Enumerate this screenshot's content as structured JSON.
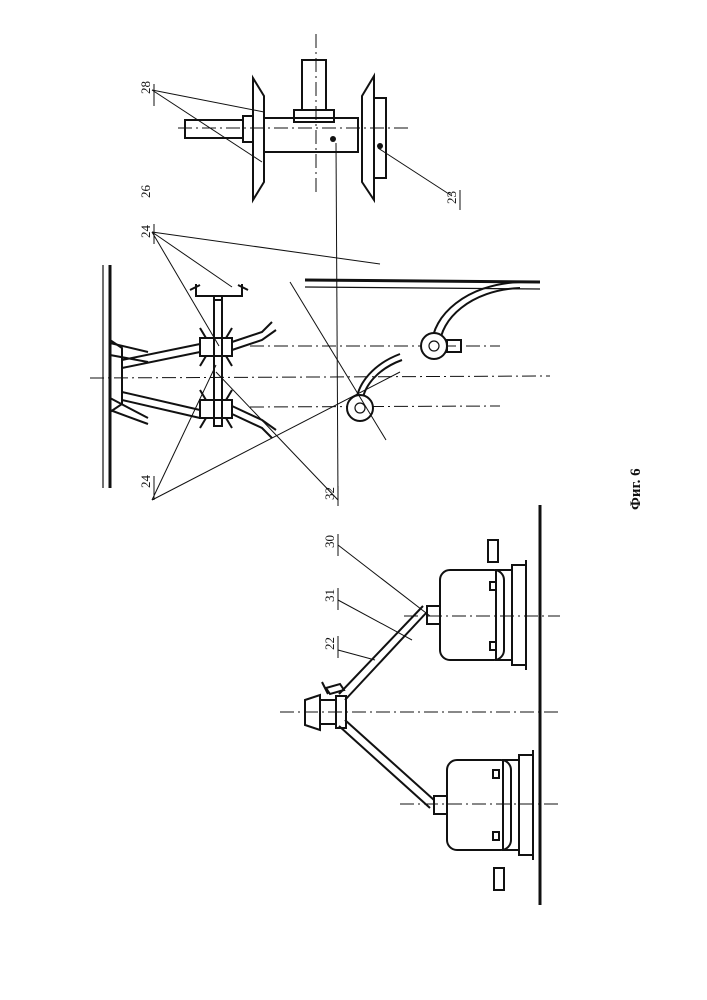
{
  "figure": {
    "caption": "Фиг. 6",
    "labels": {
      "l28": "28",
      "l26": "26",
      "l24a": "24",
      "l24b": "24",
      "l23": "23",
      "l32": "32",
      "l30": "30",
      "l31": "31",
      "l22": "22"
    }
  }
}
